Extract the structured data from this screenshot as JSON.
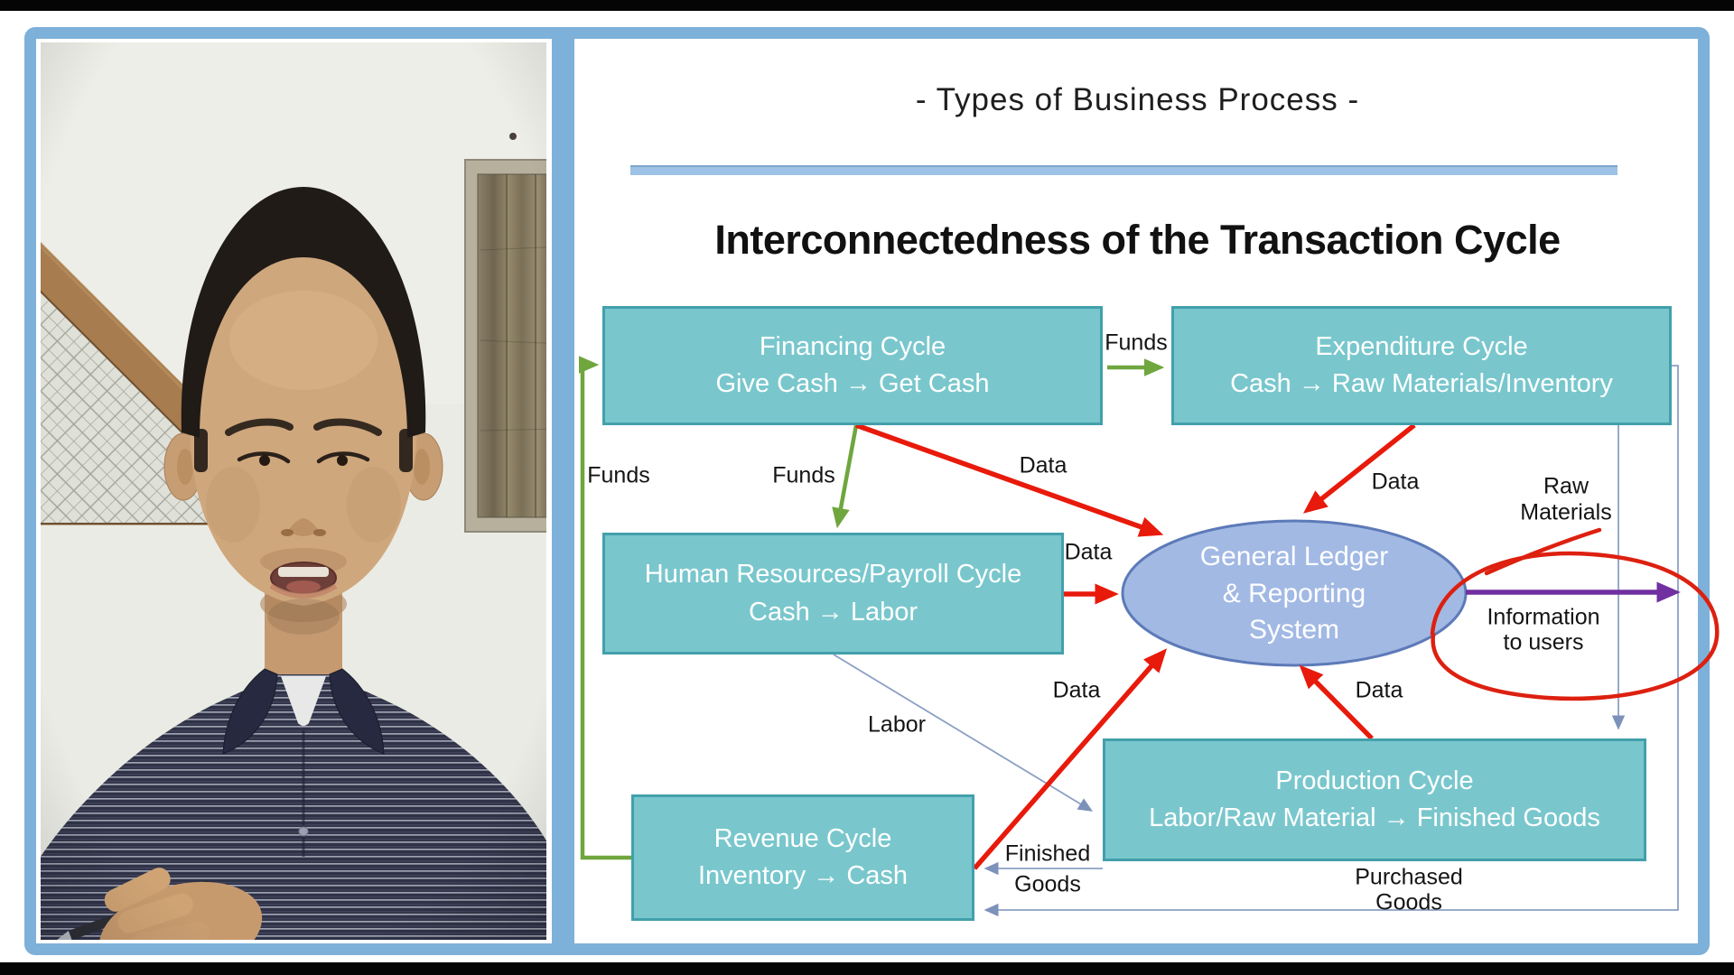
{
  "slide": {
    "title": "- Types of Business Process -",
    "heading": "Interconnectedness of the Transaction Cycle",
    "boxes": {
      "financing": {
        "line1": "Financing Cycle",
        "line2": "Give Cash → Get Cash"
      },
      "expenditure": {
        "line1": "Expenditure Cycle",
        "line2": "Cash → Raw Materials/Inventory"
      },
      "hr": {
        "line1": "Human Resources/Payroll Cycle",
        "line2": "Cash → Labor"
      },
      "revenue": {
        "line1": "Revenue Cycle",
        "line2": "Inventory → Cash"
      },
      "production": {
        "line1": "Production Cycle",
        "line2": "Labor/Raw Material → Finished Goods"
      }
    },
    "ellipse": {
      "line1": "General Ledger",
      "line2": "& Reporting",
      "line3": "System"
    },
    "labels": {
      "funds_top": "Funds",
      "funds_left": "Funds",
      "funds_mid": "Funds",
      "data_financing": "Data",
      "data_hr": "Data",
      "data_expenditure": "Data",
      "data_revenue": "Data",
      "data_production": "Data",
      "raw_materials_1": "Raw",
      "raw_materials_2": "Materials",
      "info_1": "Information",
      "info_2": "to users",
      "labor": "Labor",
      "finished_1": "Finished",
      "finished_2": "Goods",
      "purchased_1": "Purchased",
      "purchased_2": "Goods"
    },
    "colors": {
      "box_fill": "#79c7cd",
      "box_border": "#42a0ab",
      "ellipse_fill": "#a2b9e4",
      "ellipse_border": "#5d7ab8",
      "arrow_green": "#6fa63e",
      "arrow_red": "#e81a0b",
      "arrow_purple": "#7030a0",
      "connector_slate": "#8ca0c4",
      "frame_blue": "#7db1da",
      "underline_blue": "#9cc2e5",
      "annotation_red": "#dd2010"
    }
  },
  "webcam": {
    "colors": {
      "wall": "#eaebe4",
      "shirt": "#2f3347",
      "skin": "#cfa67c",
      "hair": "#201b16"
    }
  }
}
